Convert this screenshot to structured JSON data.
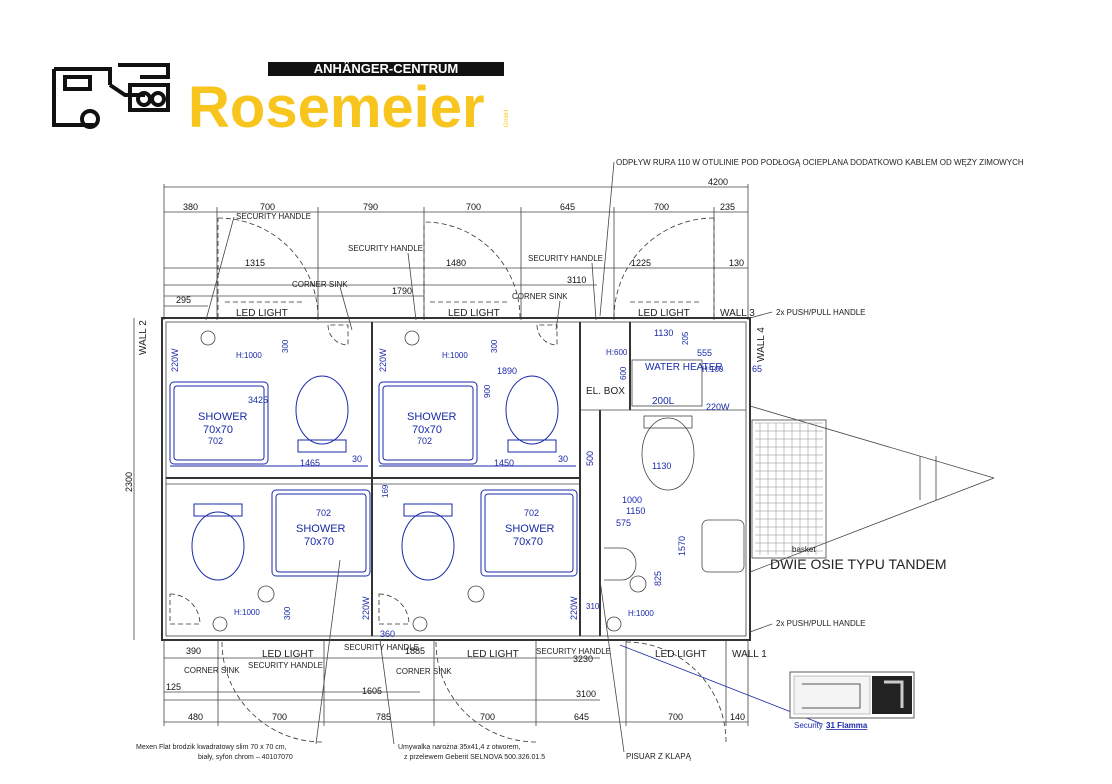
{
  "brand": {
    "banner": "ANHÄNGER-CENTRUM",
    "name": "Rosemeier",
    "suffix": "GmbH",
    "colors": {
      "yellow": "#f7c51e",
      "black": "#111111",
      "blue": "#1a2aa8"
    }
  },
  "notes": {
    "drain": "ODPŁYW RURA 110 W OTULINIE POD PODŁOGĄ OCIEPLANA DODATKOWO KABLEM OD WĘŻY ZIMOWYCH",
    "axles": "DWIE OSIE TYPU TANDEM",
    "tray": "Mexen Flat brodzik kwadratowy slim 70 x 70 cm,",
    "tray2": "biały, syfon chrom – 40107070",
    "sink": "Umywalka narożna 35x41,4 z otworem,",
    "sink2": "z przelewem Geberit SELNOVA 500.326.01.5",
    "urinal": "PISUAR Z KLAPĄ",
    "security": "Security",
    "flamma": "31 Flamma",
    "basket": "basket"
  },
  "labels": {
    "wall2": "WALL 2",
    "wall3": "WALL 3",
    "wall4": "WALL 4",
    "wall1": "WALL 1",
    "push_pull": "2x PUSH/PULL HANDLE",
    "led": "LED LIGHT",
    "security_handle": "SECURITY HANDLE",
    "corner_sink": "CORNER SINK",
    "shower": "SHOWER",
    "shower_size": "70x70",
    "water_heater": "WATER HEATER",
    "heater_vol": "200L",
    "el_box": "EL. BOX",
    "v220": "220W",
    "h1000": "H:1000",
    "h600": "H:600",
    "h100": "H:100"
  },
  "dims": {
    "d4200": "4200",
    "d380": "380",
    "d700": "700",
    "d790": "790",
    "d645": "645",
    "d235": "235",
    "d1315": "1315",
    "d1480": "1480",
    "d1225": "1225",
    "d130": "130",
    "d3110": "3110",
    "d1790": "1790",
    "d295": "295",
    "d1130": "1130",
    "d205": "205",
    "d555": "555",
    "d65": "65",
    "d300": "300",
    "d1890": "1890",
    "d600": "600",
    "d900": "900",
    "d3425": "3425",
    "d702": "702",
    "d1465": "1465",
    "d1450": "1450",
    "d30": "30",
    "d2300": "2300",
    "d1000": "1000",
    "d1150": "1150",
    "d575": "575",
    "d1570": "1570",
    "d825": "825",
    "d169": "169",
    "d310": "310",
    "d500": "500",
    "d360": "360",
    "d390": "390",
    "d1885": "1885",
    "d3230": "3230",
    "d125": "125",
    "d1605": "1605",
    "d3100": "3100",
    "d480": "480",
    "d785": "785",
    "d140": "140"
  }
}
